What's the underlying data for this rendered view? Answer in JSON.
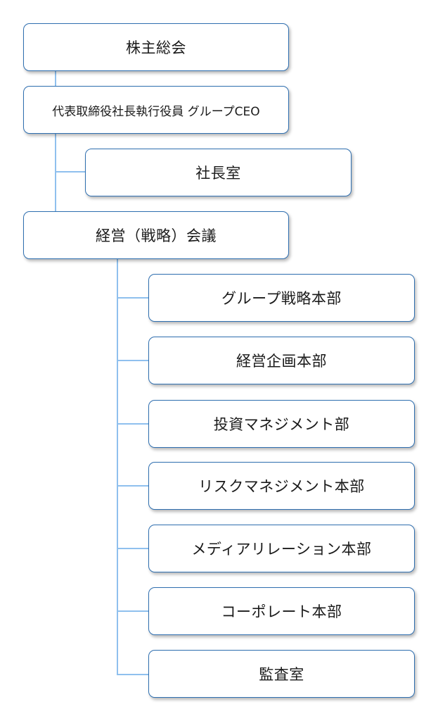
{
  "org_chart": {
    "top_nodes": {
      "shareholders_meeting": "株主総会",
      "ceo": "代表取締役社長執行役員 グループCEO",
      "president_office": "社長室",
      "management_meeting": "経営（戦略）会議"
    },
    "departments": [
      "グループ戦略本部",
      "経営企画本部",
      "投資マネジメント部",
      "リスクマネジメント本部",
      "メディアリレーション本部",
      "コーポレート本部",
      "監査室"
    ],
    "colors": {
      "box_border": "#2f6fb0",
      "connector": "#8fc0ee",
      "text": "#1a1a1a"
    }
  }
}
